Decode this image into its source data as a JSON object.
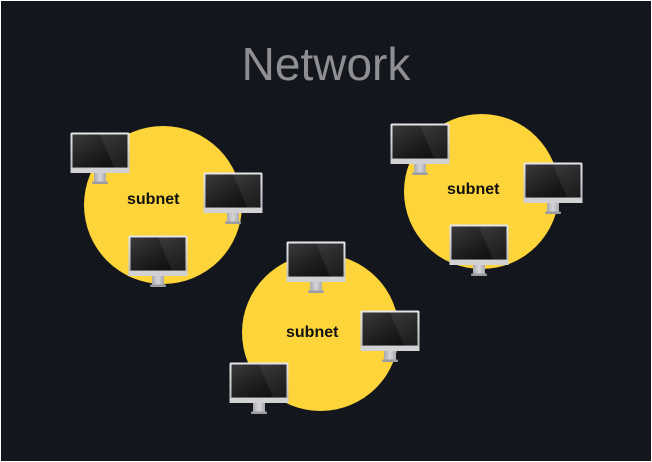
{
  "title": "Network",
  "colors": {
    "background": "#13161c",
    "subnet_fill": "#fdd53a",
    "title_text": "#8e8e93",
    "label_text": "#111111",
    "monitor_frame": "#c9c9cc",
    "monitor_screen": "#1a1a1a"
  },
  "subnets": [
    {
      "label": "subnet",
      "icon": "computer-monitor-icon"
    },
    {
      "label": "subnet",
      "icon": "computer-monitor-icon"
    },
    {
      "label": "subnet",
      "icon": "computer-monitor-icon"
    }
  ]
}
